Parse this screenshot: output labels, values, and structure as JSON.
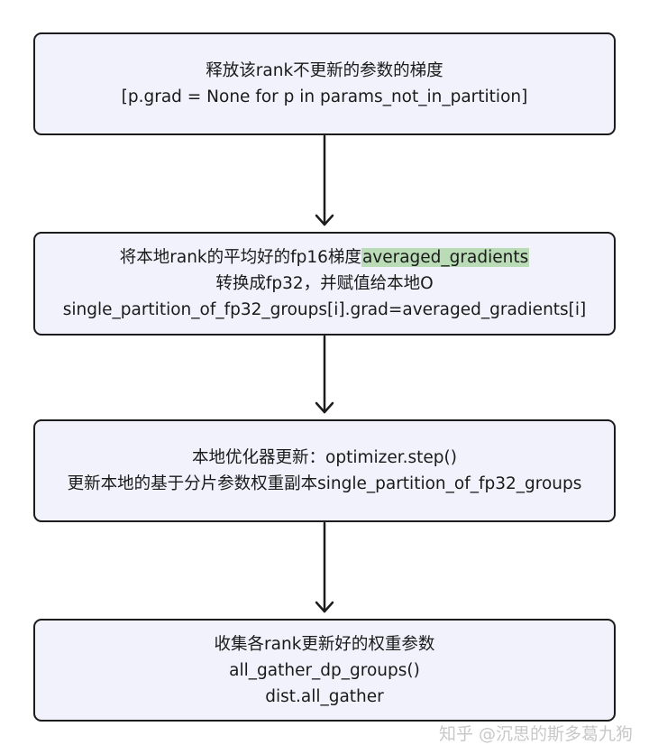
{
  "steps": [
    {
      "line1": "释放该rank不更新的参数的梯度",
      "line2": "[p.grad = None  for p in params_not_in_partition]"
    },
    {
      "line1_prefix": "将本地rank的平均好的fp16梯度",
      "line1_highlight": "averaged_gradients",
      "line2": "转换成fp32，并赋值给本地O",
      "line3": "single_partition_of_fp32_groups[i].grad=averaged_gradients[i]"
    },
    {
      "line1": "本地优化器更新：optimizer.step()",
      "line2": "更新本地的基于分片参数权重副本single_partition_of_fp32_groups"
    },
    {
      "line1": "收集各rank更新好的权重参数",
      "line2": "all_gather_dp_groups()",
      "line3": "dist.all_gather"
    }
  ],
  "watermark": "知乎 @沉思的斯多葛九狗",
  "colors": {
    "box_fill": "#f1f2fb",
    "box_border": "#1c1c1c",
    "highlight": "#b9dcb7",
    "arrow": "#1c1c1c"
  }
}
